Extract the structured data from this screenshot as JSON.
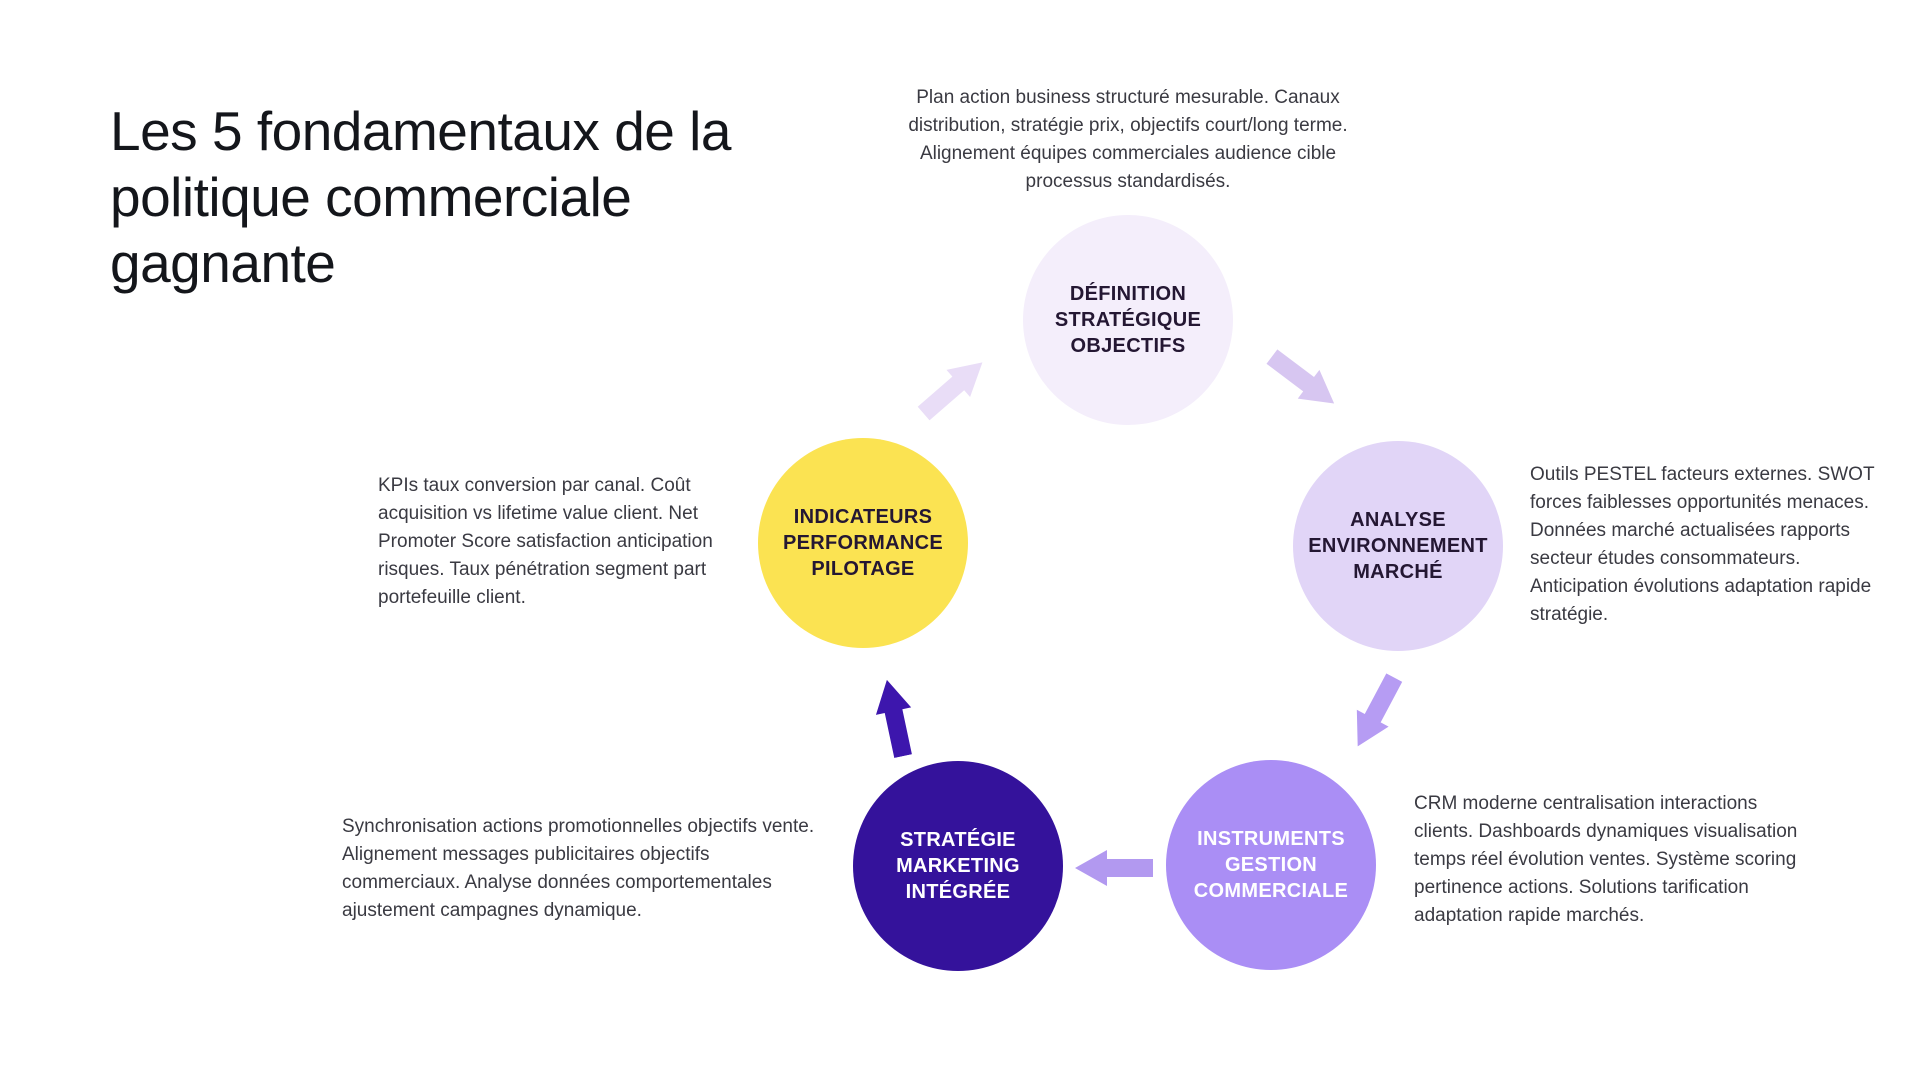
{
  "page": {
    "background": "#ffffff",
    "title": "Les 5 fondamentaux de la politique commerciale gagnante",
    "title_color": "#14161b",
    "description_text_color": "#3a3a42"
  },
  "cycle": {
    "steps": [
      {
        "id": "definition-strategique-objectifs",
        "label": "DÉFINITION STRATÉGIQUE OBJECTIFS",
        "circle_color": "#f4eefb",
        "label_color": "#241733",
        "description": "Plan action business structuré mesurable. Canaux distribution, stratégie prix, objectifs court/long terme. Alignement équipes commerciales audience cible processus standardisés."
      },
      {
        "id": "analyse-environnement-marche",
        "label": "ANALYSE ENVIRONNEMENT MARCHÉ",
        "circle_color": "#e1d5f7",
        "label_color": "#241733",
        "description": "Outils PESTEL facteurs externes. SWOT forces faiblesses opportunités menaces. Données marché actualisées rapports secteur études consommateurs. Anticipation évolutions adaptation rapide stratégie."
      },
      {
        "id": "instruments-gestion-commerciale",
        "label": "INSTRUMENTS GESTION COMMERCIALE",
        "circle_color": "#aa8ef5",
        "label_color": "#ffffff",
        "description": "CRM moderne centralisation interactions clients. Dashboards dynamiques visualisation temps réel évolution ventes. Système scoring pertinence actions. Solutions tarification adaptation rapide marchés."
      },
      {
        "id": "strategie-marketing-integree",
        "label": "STRATÉGIE MARKETING INTÉGRÉE",
        "circle_color": "#34129b",
        "label_color": "#ffffff",
        "description": "Synchronisation actions promotionnelles objectifs vente. Alignement messages publicitaires objectifs commerciaux. Analyse données comportementales ajustement campagnes dynamique."
      },
      {
        "id": "indicateurs-performance-pilotage",
        "label": "INDICATEURS PERFORMANCE PILOTAGE",
        "circle_color": "#fbe352",
        "label_color": "#241733",
        "description": "KPIs taux conversion par canal. Coût acquisition vs lifetime value client. Net Promoter Score satisfaction anticipation risques. Taux pénétration segment part portefeuille client."
      }
    ],
    "arrows": [
      {
        "id": "definition-to-analyse",
        "direction": "southeast",
        "color": "#d7c6f1"
      },
      {
        "id": "analyse-to-instruments",
        "direction": "southwest",
        "color": "#b69cf3"
      },
      {
        "id": "instruments-to-strategie",
        "direction": "west",
        "color": "#b299f0"
      },
      {
        "id": "strategie-to-indicateurs",
        "direction": "north",
        "color": "#3d16ad"
      },
      {
        "id": "indicateurs-to-definition",
        "direction": "northeast",
        "color": "#e9ddf7"
      }
    ]
  }
}
